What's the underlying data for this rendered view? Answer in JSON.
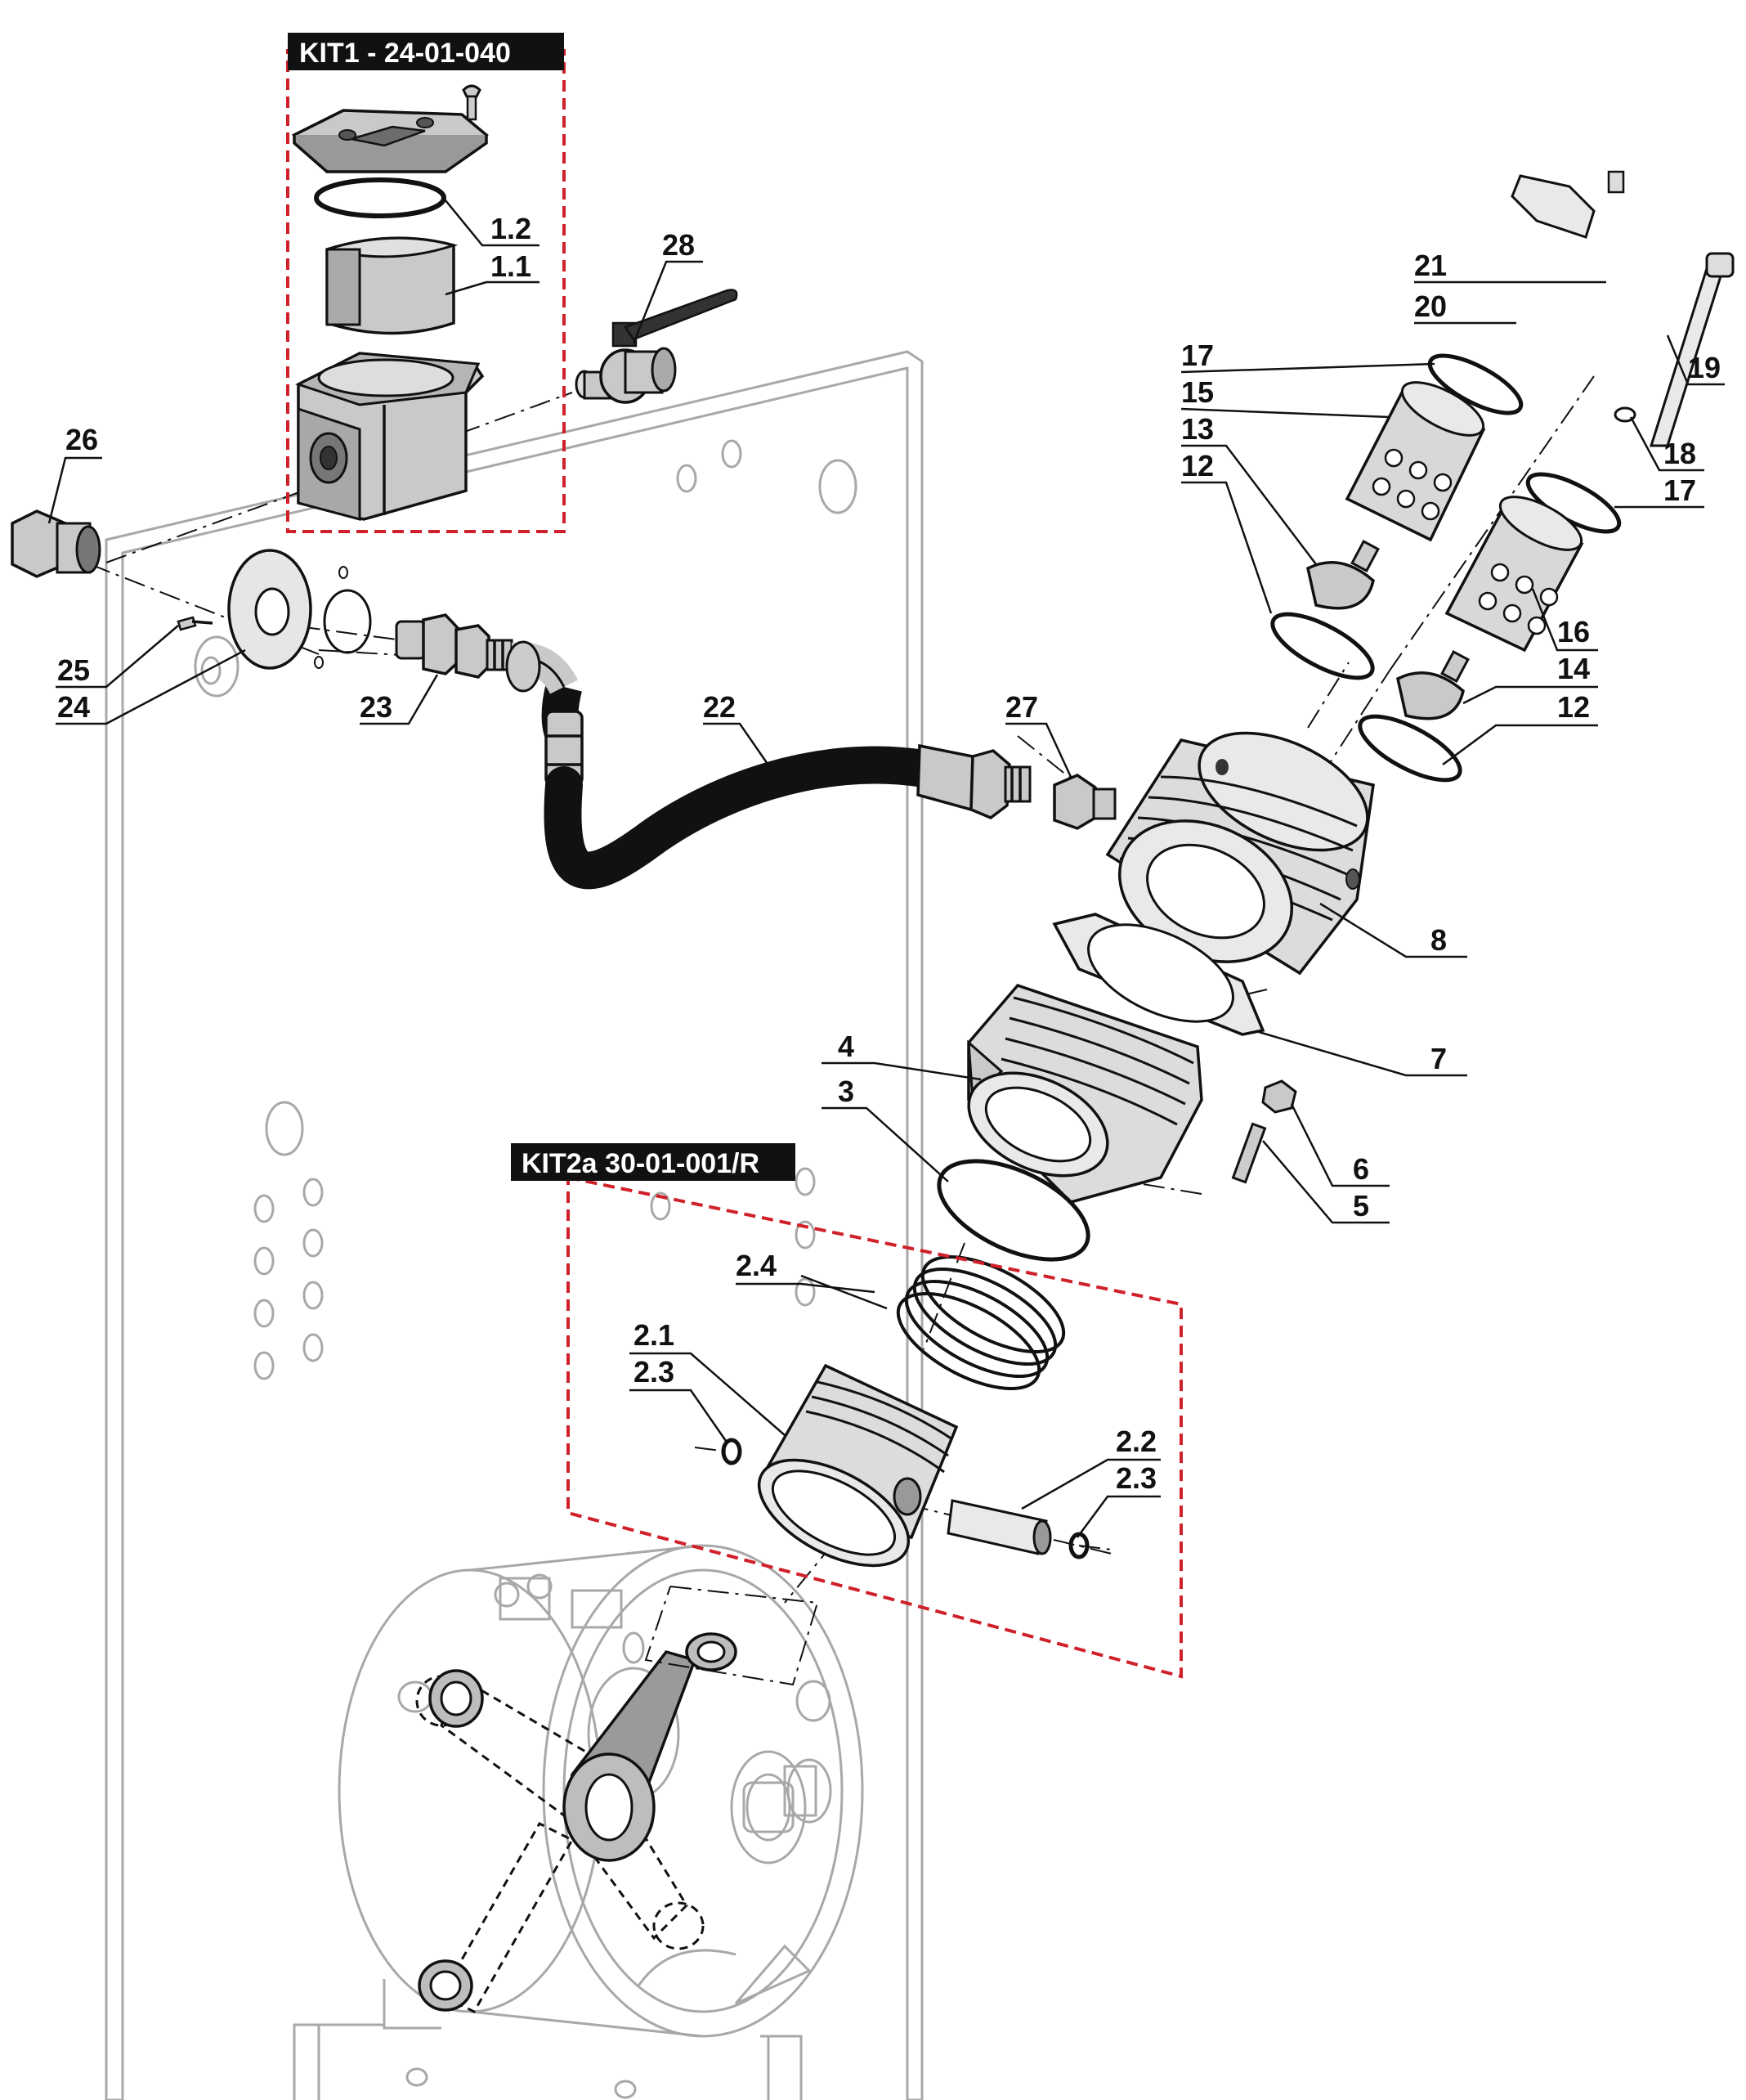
{
  "kits": [
    {
      "id": "kit1",
      "label": "KIT1 - 24-01-040"
    },
    {
      "id": "kit2a",
      "label": "KIT2a 30-01-001/R"
    }
  ],
  "callouts": {
    "c1_2": "1.2",
    "c1_1": "1.1",
    "c28": "28",
    "c26": "26",
    "c25": "25",
    "c24": "24",
    "c23": "23",
    "c22": "22",
    "c27": "27",
    "c21": "21",
    "c20": "20",
    "c19": "19",
    "c17a": "17",
    "c15": "15",
    "c13": "13",
    "c12a": "12",
    "c18": "18",
    "c17b": "17",
    "c16": "16",
    "c14": "14",
    "c12b": "12",
    "c8": "8",
    "c7": "7",
    "c4": "4",
    "c3": "3",
    "c6": "6",
    "c5": "5",
    "c2_4": "2.4",
    "c2_1": "2.1",
    "c2_3a": "2.3",
    "c2_2": "2.2",
    "c2_3b": "2.3"
  },
  "colors": {
    "kit_border": "#d0202a",
    "kit_label_bg": "#111111",
    "part_fill": "#c9c9c9",
    "ghost_line": "#a8a8a8",
    "ink": "#111111"
  }
}
